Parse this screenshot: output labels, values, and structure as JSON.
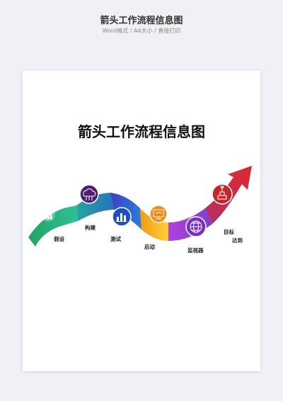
{
  "header": {
    "title": "箭头工作流程信息图",
    "subtitle": "Word格式 / A4大小 / 直接打印"
  },
  "document": {
    "title": "箭头工作流程信息图"
  },
  "steps": [
    {
      "label": "假设",
      "icon": "growth-chart-icon",
      "color": "#2bb673"
    },
    {
      "label": "构建",
      "icon": "cloud-network-icon",
      "color": "#5a2a82"
    },
    {
      "label": "测试",
      "icon": "bar-chart-icon",
      "color": "#2f6fd6"
    },
    {
      "label": "启动",
      "icon": "monitor-icon",
      "color": "#f5a623"
    },
    {
      "label": "监视器",
      "icon": "globe-icon",
      "color": "#8e3bd1"
    },
    {
      "label_line1": "目标",
      "label_line2": "达到",
      "icon": "target-trophy-icon",
      "color": "#c62828"
    }
  ]
}
